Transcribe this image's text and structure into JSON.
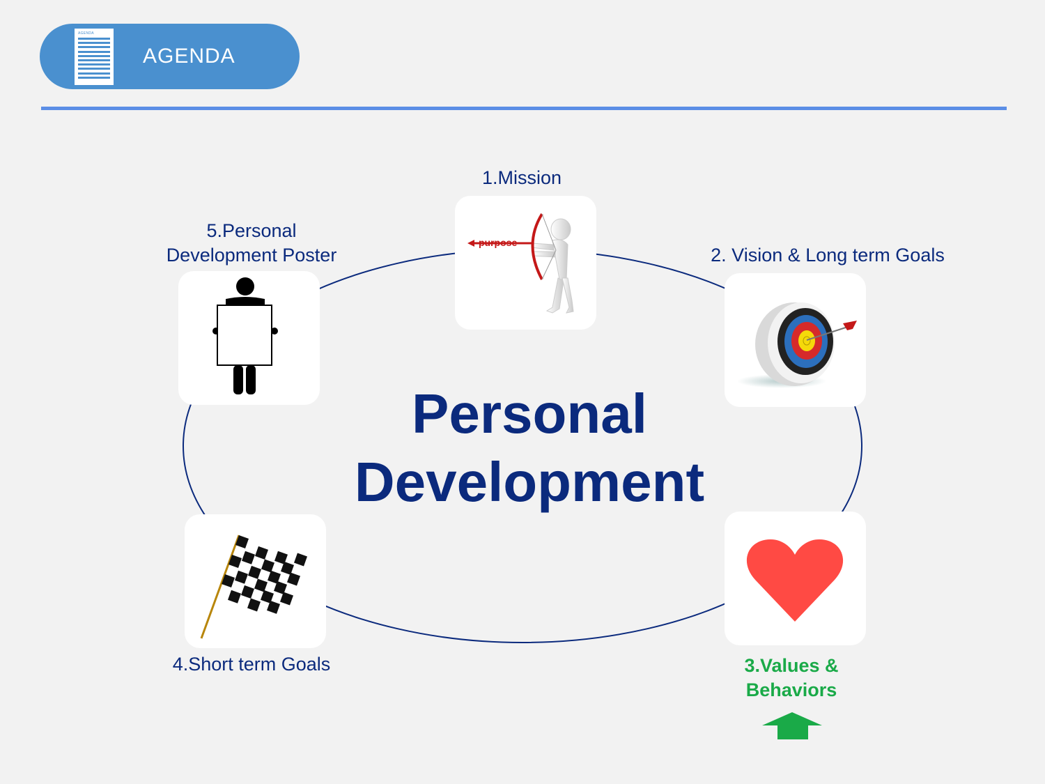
{
  "header": {
    "title": "AGENDA",
    "doc_icon_caption": "AGENDA",
    "pill_color": "#4a90cf",
    "divider_color": "#5b8ee6"
  },
  "diagram": {
    "center_line1": "Personal",
    "center_line2": "Development",
    "accent_color": "#0b2a7d",
    "highlight_color": "#1aaa48",
    "steps": [
      {
        "label": "1.Mission",
        "icon": "archer-icon",
        "icon_text": "purpose",
        "highlighted": false
      },
      {
        "label": "2. Vision & Long term Goals",
        "icon": "target-icon",
        "highlighted": false
      },
      {
        "label_line1": "3.Values &",
        "label_line2": "Behaviors",
        "icon": "heart-icon",
        "highlighted": true
      },
      {
        "label": "4.Short term Goals",
        "icon": "checkered-flag-icon",
        "highlighted": false
      },
      {
        "label_line1": "5.Personal",
        "label_line2": "Development Poster",
        "icon": "person-poster-icon",
        "highlighted": false
      }
    ],
    "current_step_marker": "up-arrow-icon"
  }
}
